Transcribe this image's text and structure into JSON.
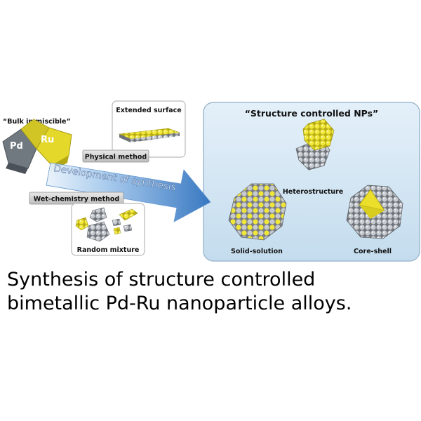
{
  "diagram": {
    "bulk_label": "“Bulk immiscible”",
    "pd_label": "Pd",
    "ru_label": "Ru",
    "extended_surface_label": "Extended surface",
    "physical_method_label": "Physical method",
    "arrow_label": "Development of synthesis",
    "wet_chemistry_label": "Wet-chemistry method",
    "random_mixture_label": "Random mixture",
    "structure_title": "“Structure controlled NPs”",
    "heterostructure_label": "Heterostructure",
    "solid_solution_label": "Solid-solution",
    "core_shell_label": "Core-shell"
  },
  "caption": {
    "line1": "Synthesis of structure controlled",
    "line2": "bimetallic Pd-Ru nanoparticle alloys."
  },
  "colors": {
    "pd_yellow": "#e6dc2a",
    "ru_gray": "#8a8f96",
    "arrow_blue": "#3b7cc4",
    "panel_blue": "#cfe3f2"
  }
}
